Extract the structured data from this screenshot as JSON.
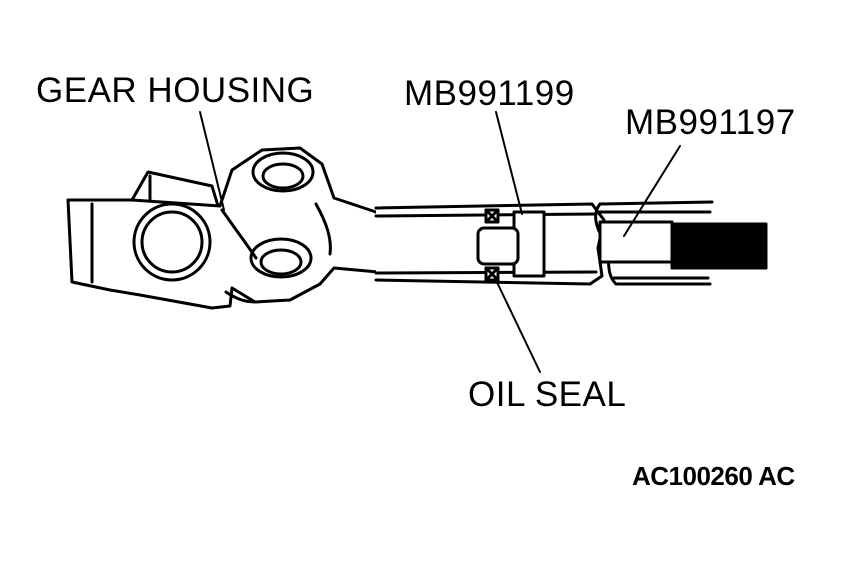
{
  "labels": {
    "gear_housing": "GEAR HOUSING",
    "tool_1": "MB991199",
    "tool_2": "MB991197",
    "oil_seal": "OIL SEAL"
  },
  "figure_id": "AC100260 AC"
}
